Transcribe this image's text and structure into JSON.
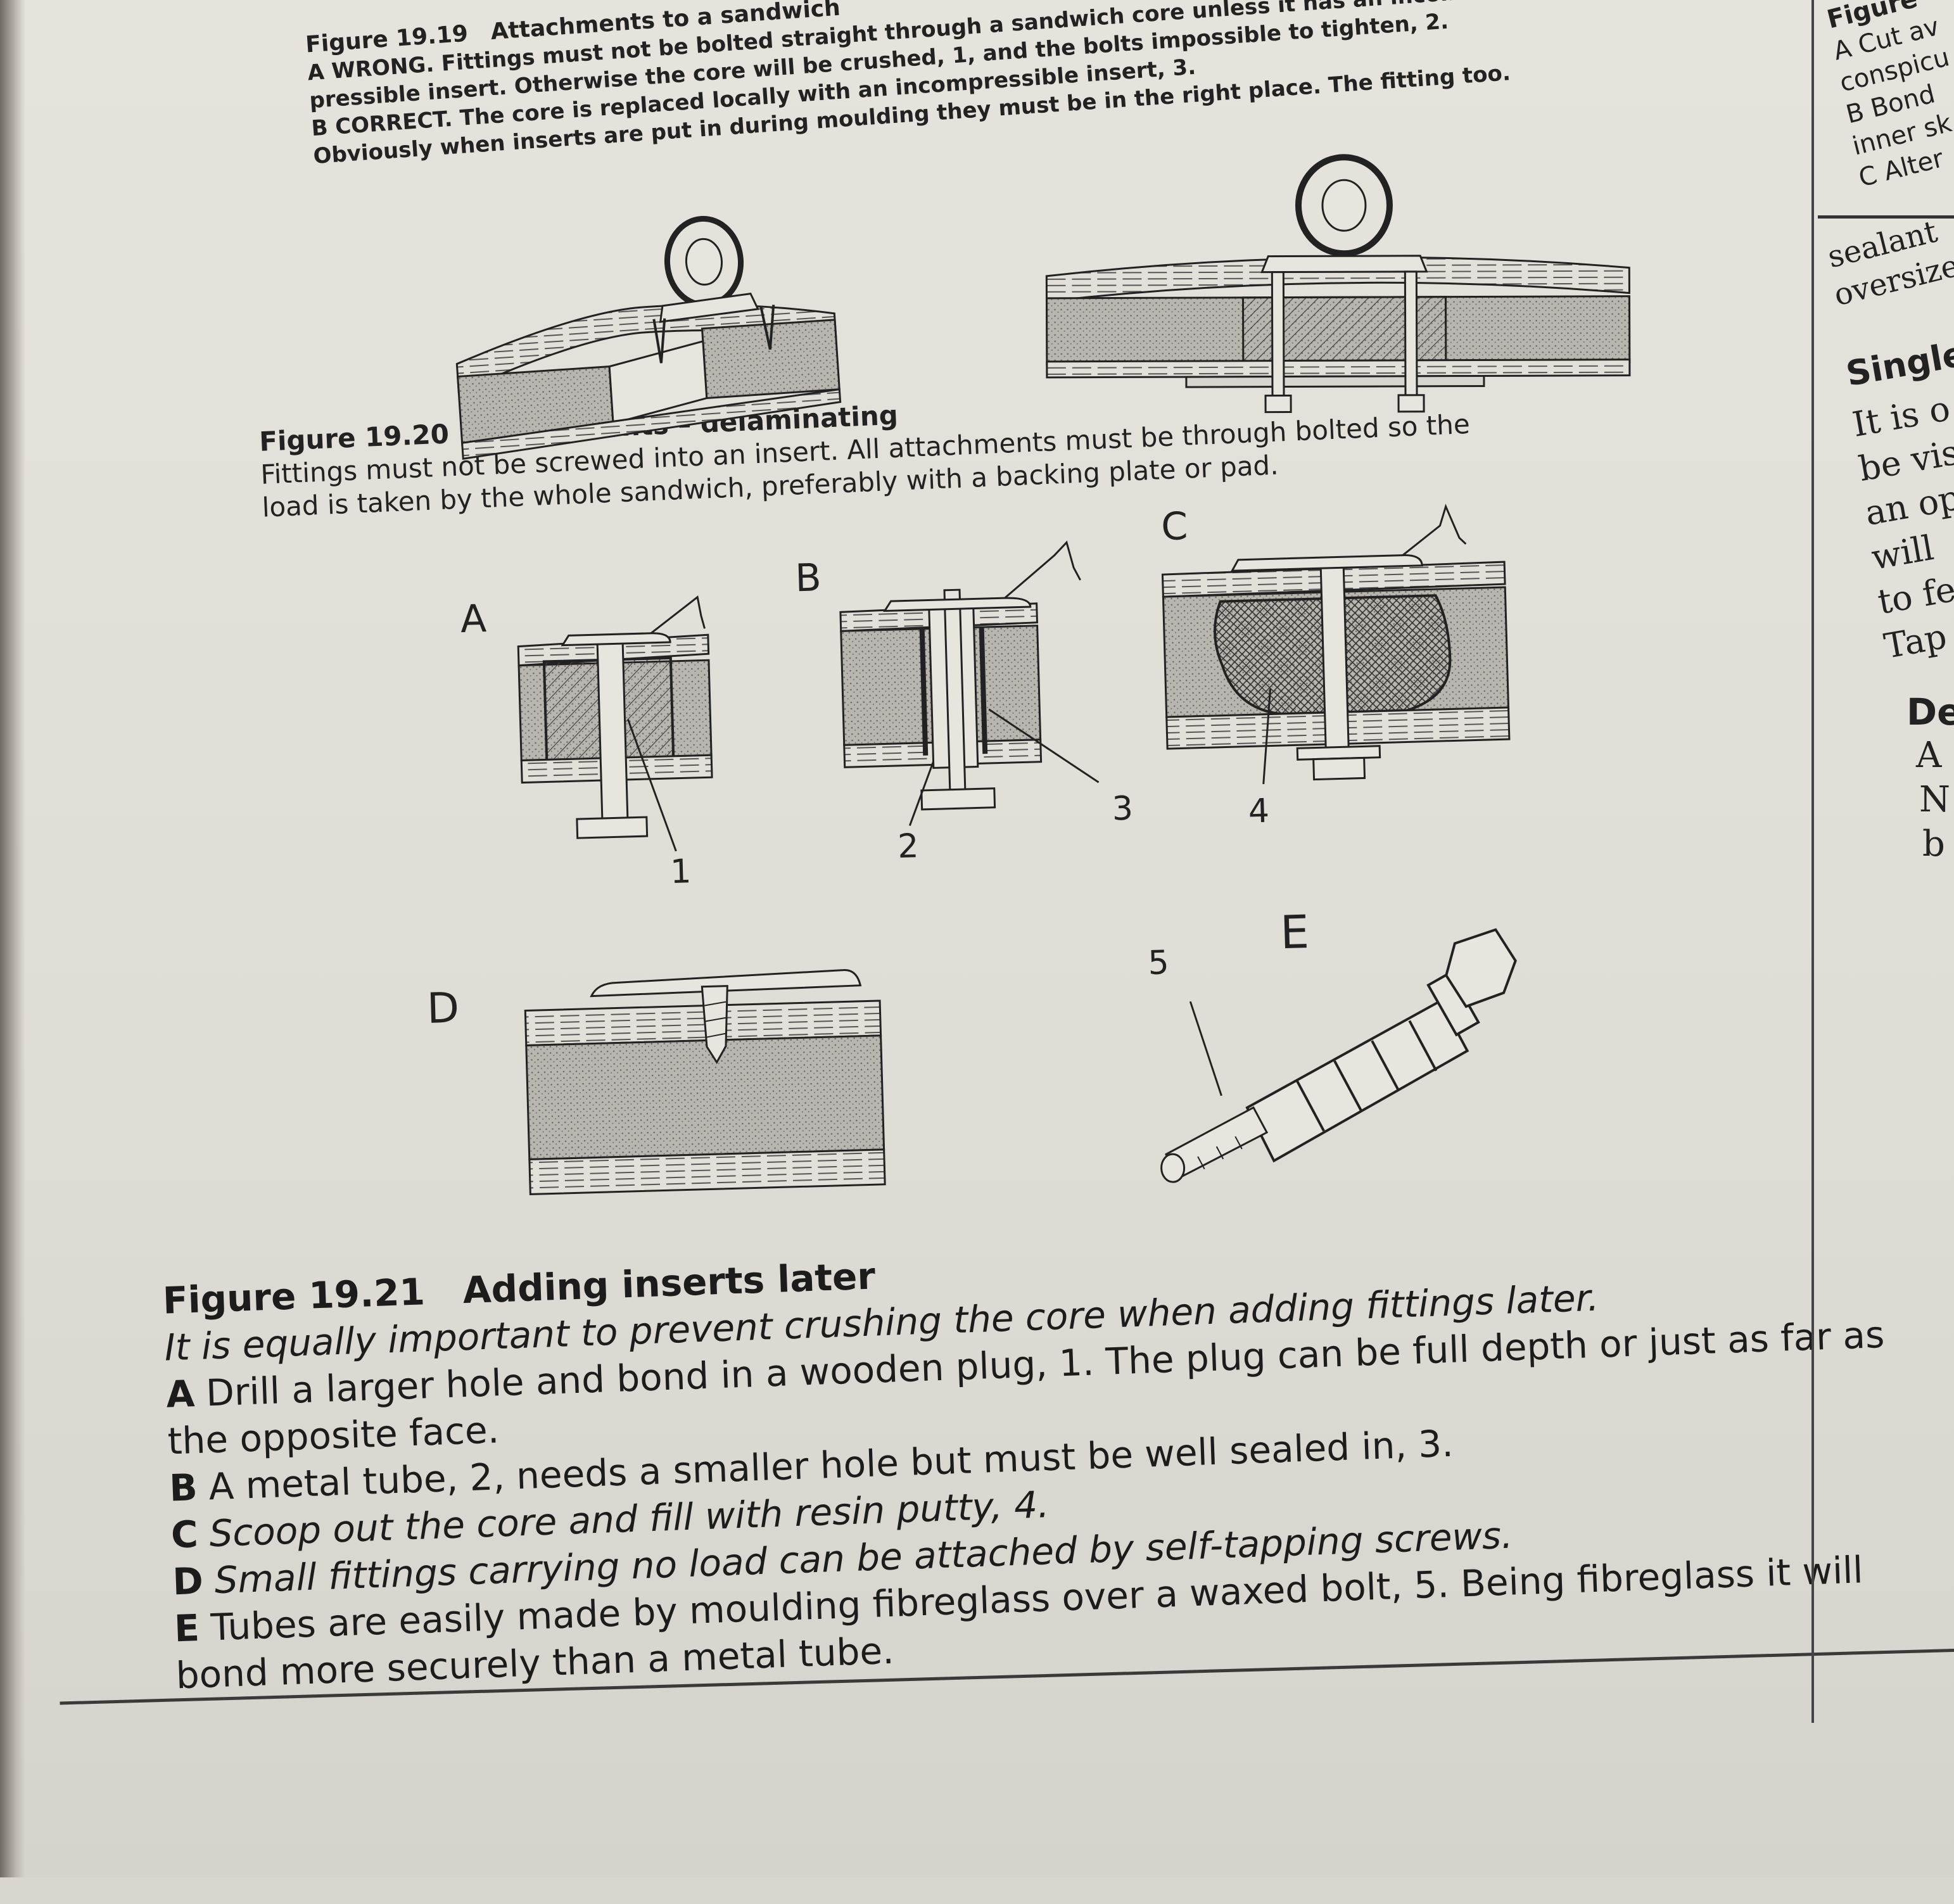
{
  "fig19": {
    "title": "Figure 19.19",
    "heading": "Attachments to a sandwich",
    "lines": [
      "A WRONG. Fittings must not be bolted straight through a sandwich core unless it has an incom-",
      "pressible insert. Otherwise the core will be crushed, 1, and the bolts impossible to tighten, 2.",
      "B CORRECT. The core is replaced locally with an incompressible insert, 3.",
      "Obviously when inserts are put in during moulding they must be in the right place. The fitting too."
    ]
  },
  "fig20": {
    "title": "Figure 19.20",
    "heading": "Attachments – delaminating",
    "lines": [
      "Fittings must not be screwed into an insert. All attachments must be through bolted so the",
      "load is taken by the whole sandwich, preferably with a backing plate or pad."
    ]
  },
  "diagram_labels": {
    "A": "A",
    "B": "B",
    "C": "C",
    "D": "D",
    "E": "E",
    "n1": "1",
    "n2": "2",
    "n3": "3",
    "n4": "4",
    "n5": "5"
  },
  "fig21": {
    "title": "Figure 19.21",
    "heading": "Adding inserts later",
    "intro": "It is equally important to prevent crushing the core when adding fittings later.",
    "items": [
      {
        "key": "A",
        "text": "Drill a larger hole and bond in a wooden plug, 1. The plug can be full depth or just as far as the opposite face."
      },
      {
        "key": "B",
        "text": "A metal tube, 2, needs a smaller hole but must be well sealed in, 3."
      },
      {
        "key": "C",
        "text": "Scoop out the core and fill with resin putty, 4."
      },
      {
        "key": "D",
        "text": "Small fittings carrying no load can be attached by self-tapping screws."
      },
      {
        "key": "E",
        "text": "Tubes are easily made by moulding fibreglass over a waxed bolt, 5. Being fibreglass it will bond more securely than a metal tube."
      }
    ]
  },
  "right_column": {
    "lines": [
      "Figure",
      "A Cut av",
      "conspicu",
      "B Bond",
      "inner sk",
      "C Alter"
    ],
    "para_lines": [
      "sealant",
      "oversize"
    ],
    "heading_single": "Single",
    "single_lines": [
      "It is o",
      "be vis",
      "an op",
      "will",
      "to fe",
      "Tap"
    ],
    "heading_de": "De",
    "de_lines": [
      "A",
      "N",
      "b"
    ]
  }
}
